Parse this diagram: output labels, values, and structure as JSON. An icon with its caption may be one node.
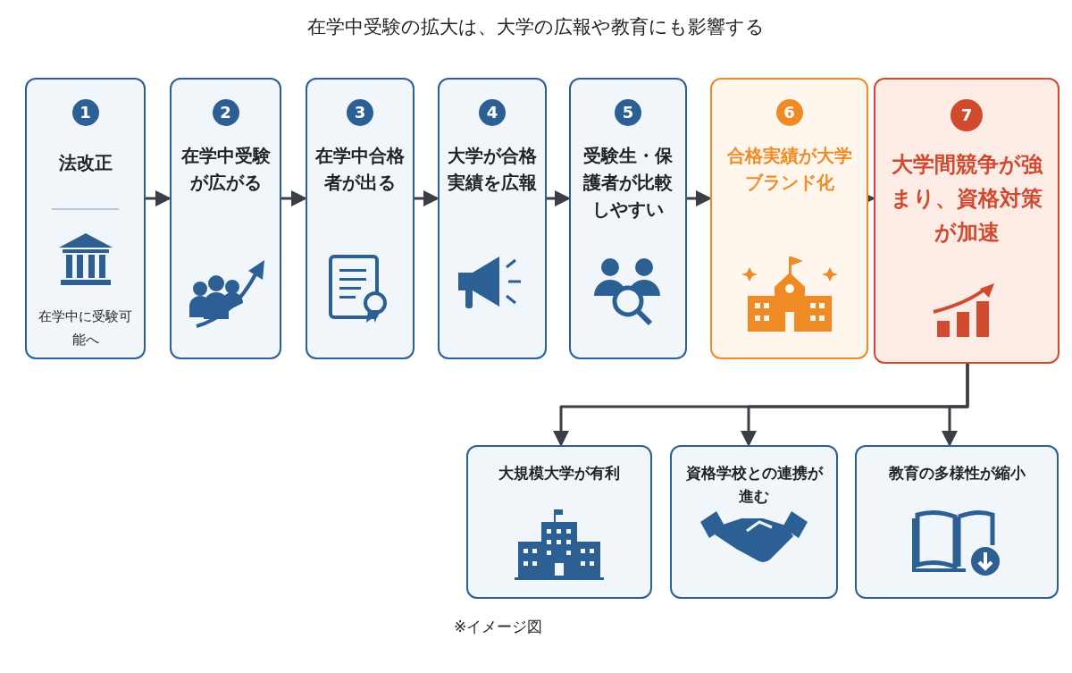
{
  "diagram": {
    "title": "在学中受験の拡大は、大学の広報や教育にも影響する",
    "nodes": [
      {
        "text": [
          "1",
          "法改正",
          "在学中に受験可能へ"
        ]
      },
      {
        "text": [
          "2",
          "在学中受験が広がる"
        ]
      },
      {
        "text": [
          "3",
          "在学中合格者が出る"
        ]
      },
      {
        "text": [
          "4",
          "大学が合格実績を広報"
        ]
      },
      {
        "text": [
          "5",
          "受験生・保護者が比較しやすい"
        ]
      },
      {
        "text": [
          "6",
          "合格実績が大学ブランド化"
        ]
      },
      {
        "text": [
          "7",
          "大学間競争が強まり、資格対策が加速"
        ]
      },
      {
        "text": [
          "大規模大学が有利"
        ]
      },
      {
        "text": [
          "資格学校との連携が進む"
        ]
      },
      {
        "text": [
          "教育の多様性が縮小"
        ]
      }
    ],
    "edges": [
      {
        "from": 0,
        "to": 1,
        "arrow": "to"
      },
      {
        "from": 1,
        "to": 2,
        "arrow": "to"
      },
      {
        "from": 2,
        "to": 3,
        "arrow": "to"
      },
      {
        "from": 3,
        "to": 4,
        "arrow": "to"
      },
      {
        "from": 4,
        "to": 5,
        "arrow": "to"
      },
      {
        "from": 5,
        "to": 6,
        "arrow": "to"
      },
      {
        "from": 6,
        "to": 7,
        "arrow": "to"
      },
      {
        "from": 6,
        "to": 8,
        "arrow": "to"
      },
      {
        "from": 6,
        "to": 9,
        "arrow": "to"
      }
    ],
    "caption": "※イメージ図"
  }
}
